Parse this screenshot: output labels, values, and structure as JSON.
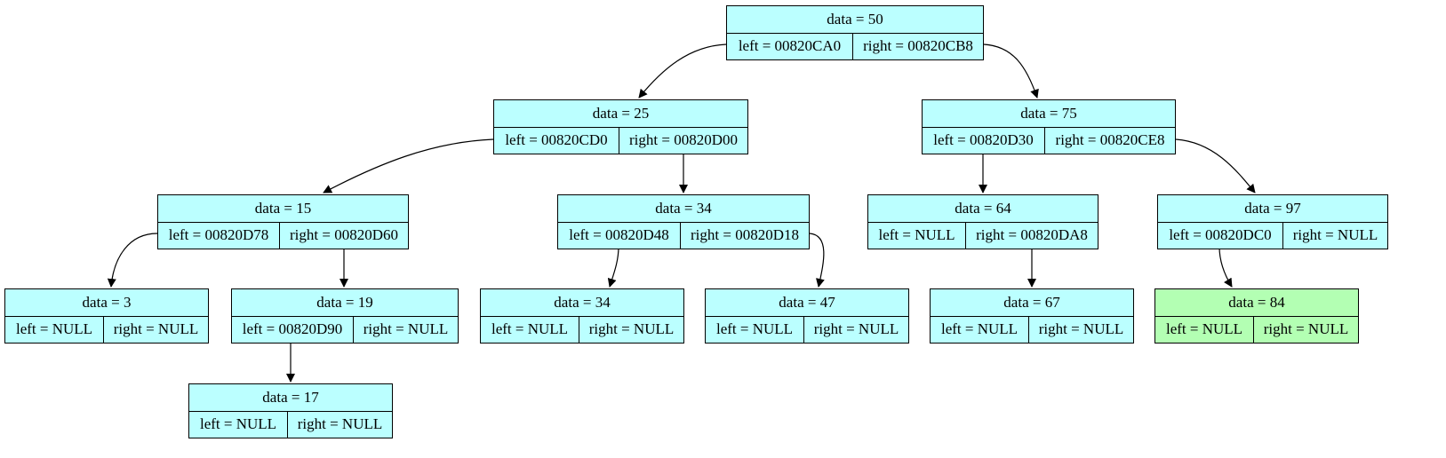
{
  "colors": {
    "node_fill": "#bbffff",
    "highlight_fill": "#b3ffb3",
    "edge": "#000000"
  },
  "nodes": [
    {
      "id": "n50",
      "data": "data = 50",
      "left": "left = 00820CA0",
      "right": "right = 00820CB8"
    },
    {
      "id": "n25",
      "data": "data = 25",
      "left": "left = 00820CD0",
      "right": "right = 00820D00"
    },
    {
      "id": "n75",
      "data": "data = 75",
      "left": "left = 00820D30",
      "right": "right = 00820CE8"
    },
    {
      "id": "n15",
      "data": "data = 15",
      "left": "left = 00820D78",
      "right": "right = 00820D60"
    },
    {
      "id": "n34a",
      "data": "data = 34",
      "left": "left = 00820D48",
      "right": "right = 00820D18"
    },
    {
      "id": "n64",
      "data": "data = 64",
      "left": "left = NULL",
      "right": "right = 00820DA8"
    },
    {
      "id": "n97",
      "data": "data = 97",
      "left": "left = 00820DC0",
      "right": "right = NULL"
    },
    {
      "id": "n3",
      "data": "data = 3",
      "left": "left = NULL",
      "right": "right = NULL"
    },
    {
      "id": "n19",
      "data": "data = 19",
      "left": "left = 00820D90",
      "right": "right = NULL"
    },
    {
      "id": "n34b",
      "data": "data = 34",
      "left": "left = NULL",
      "right": "right = NULL"
    },
    {
      "id": "n47",
      "data": "data = 47",
      "left": "left = NULL",
      "right": "right = NULL"
    },
    {
      "id": "n67",
      "data": "data = 67",
      "left": "left = NULL",
      "right": "right = NULL"
    },
    {
      "id": "n84",
      "data": "data = 84",
      "left": "left = NULL",
      "right": "right = NULL",
      "highlighted": true
    },
    {
      "id": "n17",
      "data": "data = 17",
      "left": "left = NULL",
      "right": "right = NULL"
    }
  ],
  "edges": [
    {
      "from": "n50",
      "port": "left",
      "to": "n25"
    },
    {
      "from": "n50",
      "port": "right",
      "to": "n75"
    },
    {
      "from": "n25",
      "port": "left",
      "to": "n15"
    },
    {
      "from": "n25",
      "port": "right",
      "to": "n34a"
    },
    {
      "from": "n75",
      "port": "left",
      "to": "n64"
    },
    {
      "from": "n75",
      "port": "right",
      "to": "n97"
    },
    {
      "from": "n15",
      "port": "left",
      "to": "n3"
    },
    {
      "from": "n15",
      "port": "right",
      "to": "n19"
    },
    {
      "from": "n34a",
      "port": "left",
      "to": "n34b"
    },
    {
      "from": "n34a",
      "port": "right",
      "to": "n47"
    },
    {
      "from": "n64",
      "port": "right",
      "to": "n67"
    },
    {
      "from": "n97",
      "port": "left",
      "to": "n84"
    },
    {
      "from": "n19",
      "port": "left",
      "to": "n17"
    }
  ]
}
